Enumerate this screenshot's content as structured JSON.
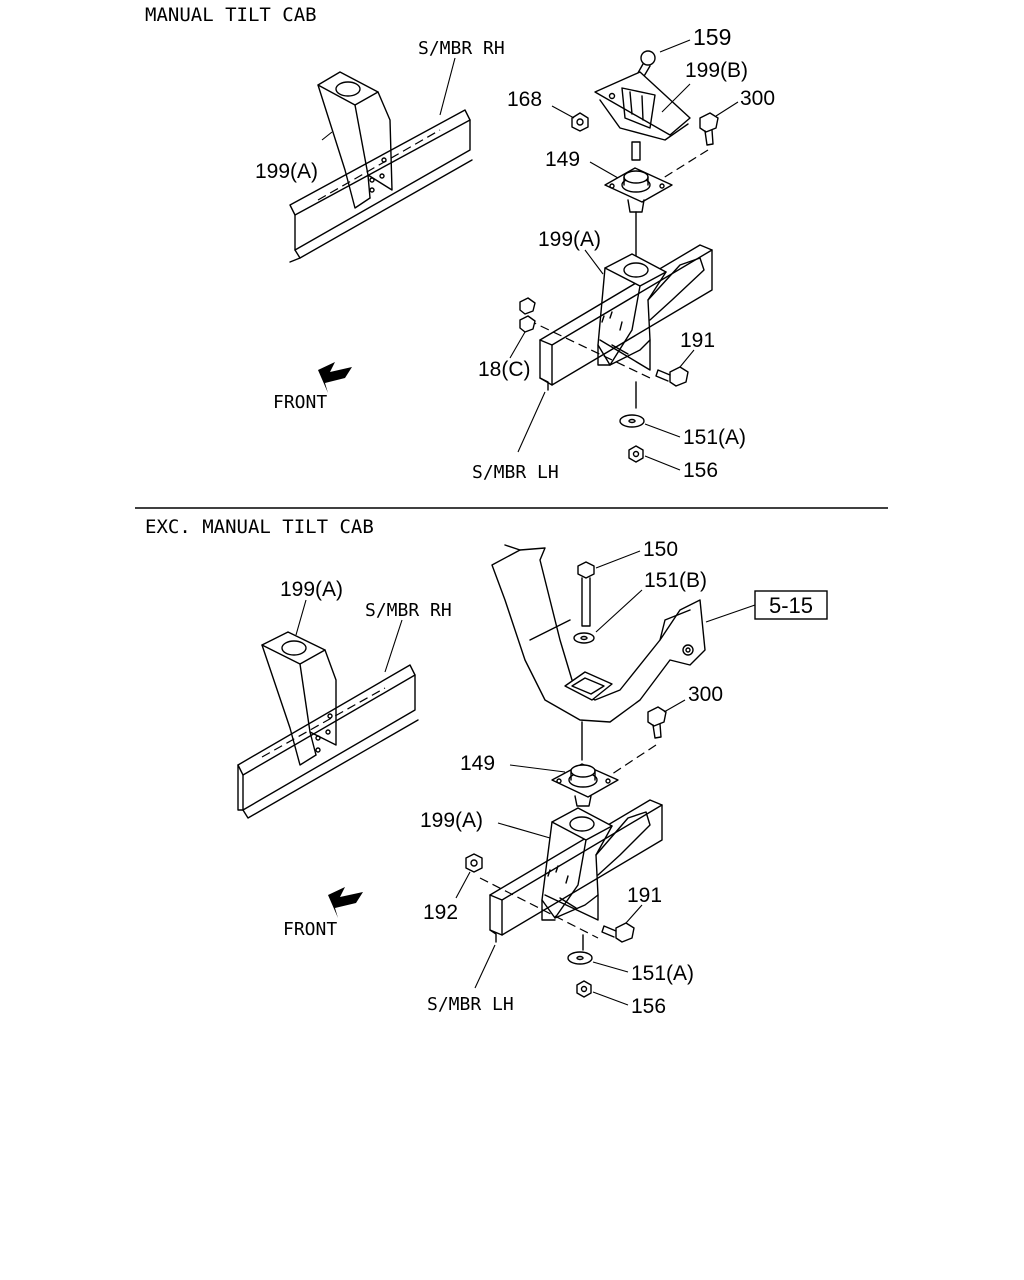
{
  "sections": {
    "top": {
      "title": "MANUAL TILT CAB"
    },
    "bottom": {
      "title": "EXC. MANUAL TILT CAB"
    }
  },
  "labels": {
    "smbr_rh": "S/MBR RH",
    "smbr_lh": "S/MBR LH",
    "front": "FRONT",
    "ref_box": "5-15"
  },
  "callouts": {
    "p159": "159",
    "p199b": "199(B)",
    "p168": "168",
    "p300": "300",
    "p149": "149",
    "p199a": "199(A)",
    "p191": "191",
    "p18c": "18(C)",
    "p151a": "151(A)",
    "p156": "156",
    "p150": "150",
    "p151b": "151(B)",
    "p192": "192"
  }
}
